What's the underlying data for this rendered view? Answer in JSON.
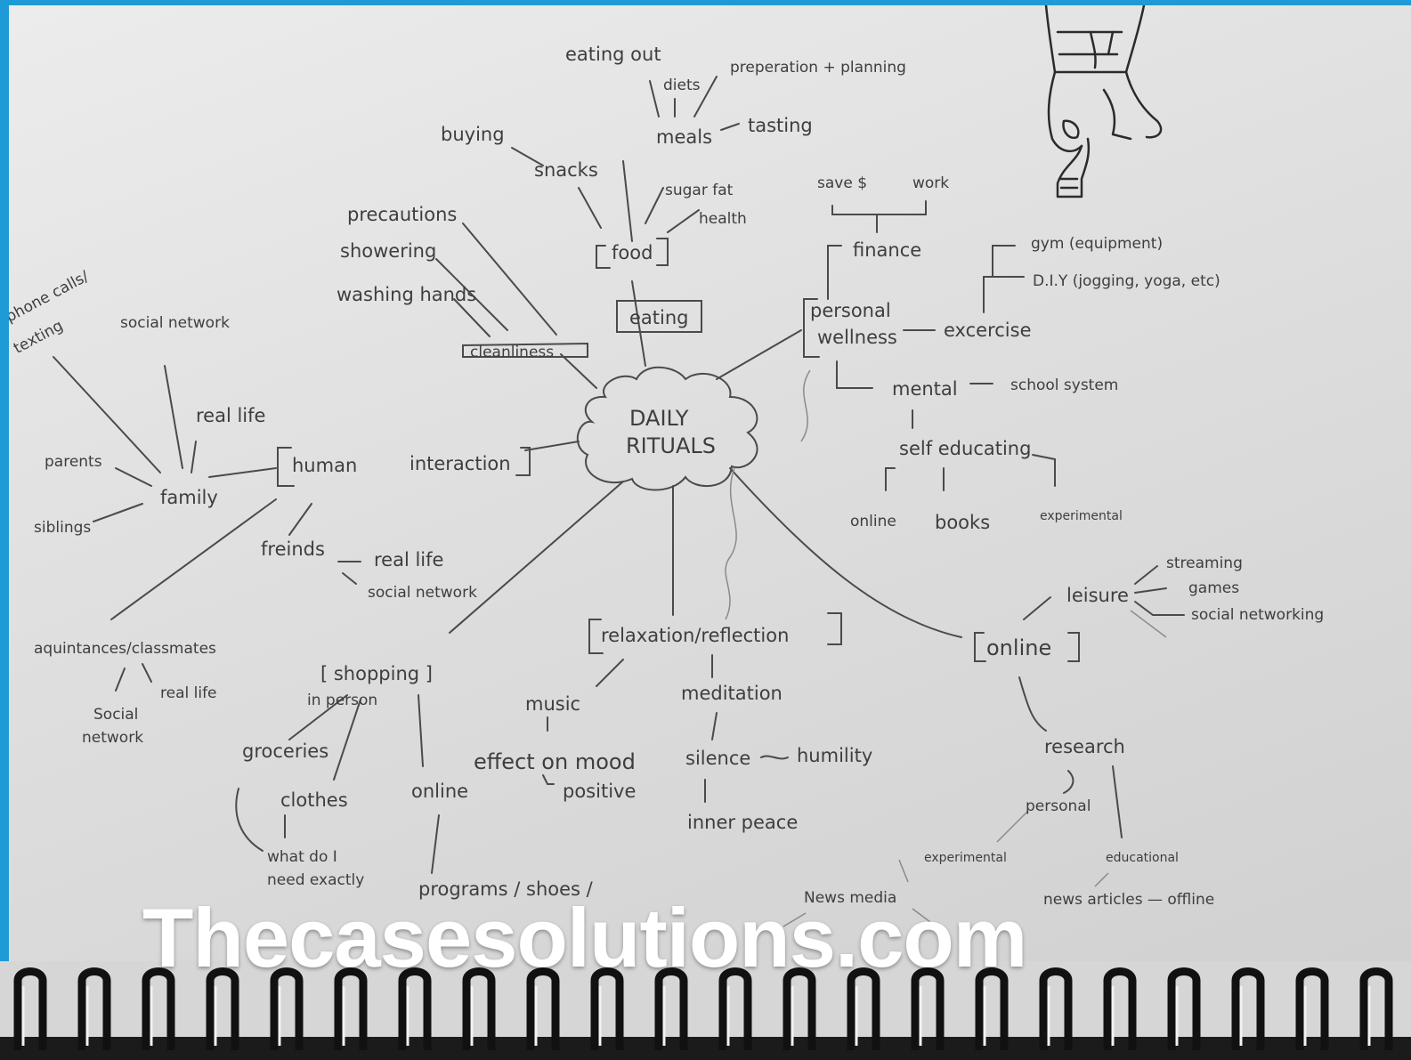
{
  "center": {
    "line1": "DAILY",
    "line2": "RITUALS"
  },
  "food_branch": {
    "eating": "eating",
    "food": "food",
    "eating_out": "eating out",
    "diets": "diets",
    "preparation": "preperation + planning",
    "meals": "meals",
    "tasting": "tasting",
    "buying": "buying",
    "snacks": "snacks",
    "sugar_fat": "sugar fat",
    "health": "health"
  },
  "cleanliness_branch": {
    "cleanliness": "cleanliness",
    "precautions": "precautions",
    "showering": "showering",
    "washing_hands": "washing hands"
  },
  "wellness_branch": {
    "personal": "personal",
    "wellness": "wellness",
    "save": "save $",
    "work": "work",
    "finance": "finance",
    "gym": "gym (equipment)",
    "diy": "D.I.Y (jogging, yoga, etc)",
    "exercise": "excercise",
    "mental": "mental",
    "school_system": "school system",
    "self_educating": "self educating",
    "online": "online",
    "books": "books",
    "experimental": "experimental"
  },
  "human_branch": {
    "human": "human",
    "interaction": "interaction",
    "phone_calls": "phone calls/",
    "texting": "texting",
    "social_network": "social network",
    "real_life": "real life",
    "parents": "parents",
    "family": "family",
    "siblings": "siblings",
    "friends": "freinds",
    "friends_real_life": "real life",
    "friends_social": "social network",
    "acquaintances": "aquintances/classmates",
    "acq_social": "Social",
    "acq_network": "network",
    "acq_real_life": "real life"
  },
  "shopping_branch": {
    "shopping": "[ shopping ]",
    "in_person": "in person",
    "groceries": "groceries",
    "clothes": "clothes",
    "what_do_i": "what do I",
    "need_exactly": "need exactly",
    "online": "online",
    "programs": "programs / shoes /"
  },
  "relaxation_branch": {
    "relaxation": "relaxation/reflection",
    "music": "music",
    "effect_on_mood": "effect on mood",
    "positive": "positive",
    "meditation": "meditation",
    "silence": "silence",
    "humility": "humility",
    "inner_peace": "inner peace"
  },
  "online_branch": {
    "online": "online",
    "leisure": "leisure",
    "streaming": "streaming",
    "games": "games",
    "social_networking": "social networking",
    "research": "research",
    "personal": "personal",
    "experimental": "experimental",
    "educational": "educational",
    "news_media": "News media",
    "news_articles": "news articles — offline"
  },
  "watermark": "Thecasesolutions.com"
}
